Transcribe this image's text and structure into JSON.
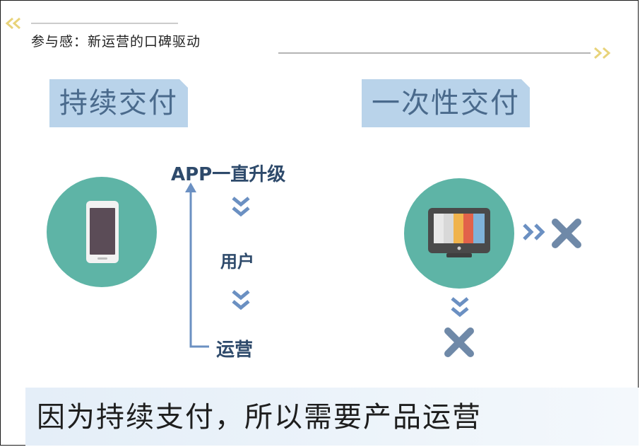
{
  "header": {
    "title": "参与感：新运营的口碑驱动"
  },
  "left": {
    "badge": "持续交付",
    "flow": {
      "top": "APP一直升级",
      "middle": "用户",
      "bottom": "运营"
    }
  },
  "right": {
    "badge": "一次性交付"
  },
  "footer": {
    "text": "因为持续支付，所以需要产品运营"
  },
  "colors": {
    "teal": "#5eb4a6",
    "badge_bg": "#b9d3ea",
    "badge_text": "#4a6a8c",
    "label_text": "#2e4a6b",
    "chevron": "#6b90c2",
    "cross": "#6f89a8",
    "deco_yellow": "#e8d37a"
  },
  "icons": [
    "phone-icon",
    "tv-icon",
    "chevron-down-icon",
    "chevron-right-icon",
    "cross-icon",
    "up-arrow-icon"
  ]
}
